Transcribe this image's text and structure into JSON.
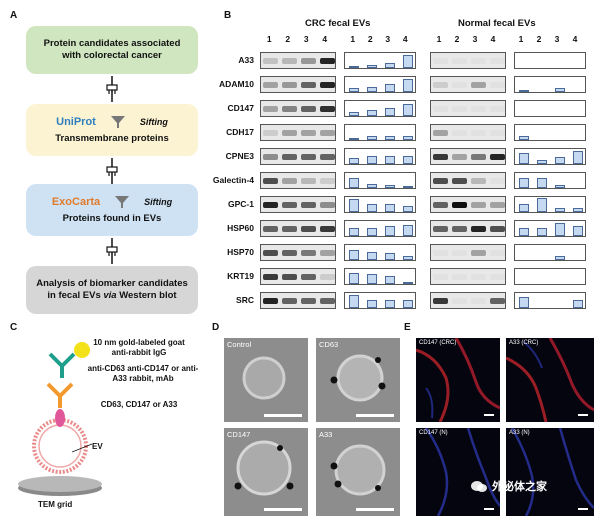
{
  "panelA": {
    "label": "A",
    "box1": "Protein candidates associated with colorectal cancer",
    "uniprot_logo": "UniProt",
    "sift1": "Sifting",
    "box2": "Transmembrane proteins",
    "exocarta_logo": "ExoCarta",
    "sift2": "Sifting",
    "box3": "Proteins found in EVs",
    "box4_line1": "Analysis of biomarker candidates",
    "box4_line2_pre": "in fecal EVs ",
    "box4_line2_em": "via",
    "box4_line2_post": " Western blot"
  },
  "panelB": {
    "label": "B",
    "crc_title": "CRC fecal EVs",
    "normal_title": "Normal fecal EVs",
    "lanes": [
      "1",
      "2",
      "3",
      "4"
    ],
    "colors": {
      "bar": "#c5d9f1",
      "bar_stroke": "#4a6a9a"
    },
    "rows": [
      {
        "name": "A33",
        "crc": [
          0.15,
          0.2,
          0.35,
          0.9
        ],
        "normal": [
          0,
          0,
          0,
          0
        ]
      },
      {
        "name": "ADAM10",
        "crc": [
          0.3,
          0.35,
          0.6,
          0.9
        ],
        "normal": [
          0.1,
          0,
          0.3,
          0
        ]
      },
      {
        "name": "CD147",
        "crc": [
          0.3,
          0.45,
          0.6,
          0.85
        ],
        "normal": [
          0,
          0,
          0,
          0
        ]
      },
      {
        "name": "CDH17",
        "crc": [
          0.1,
          0.3,
          0.3,
          0.3
        ],
        "normal": [
          0.3,
          0,
          0,
          0
        ]
      },
      {
        "name": "CPNE3",
        "crc": [
          0.4,
          0.6,
          0.6,
          0.6
        ],
        "normal": [
          0.8,
          0.3,
          0.5,
          0.9
        ]
      },
      {
        "name": "Galectin-4",
        "crc": [
          0.7,
          0.3,
          0.2,
          0.1
        ],
        "normal": [
          0.7,
          0.7,
          0.2,
          0
        ]
      },
      {
        "name": "GPC-1",
        "crc": [
          0.9,
          0.6,
          0.6,
          0.4
        ],
        "normal": [
          0.6,
          1.0,
          0.3,
          0.3
        ]
      },
      {
        "name": "HSP60",
        "crc": [
          0.6,
          0.6,
          0.7,
          0.8
        ],
        "normal": [
          0.6,
          0.6,
          0.9,
          0.7
        ]
      },
      {
        "name": "HSP70",
        "crc": [
          0.7,
          0.6,
          0.5,
          0.3
        ],
        "normal": [
          0,
          0,
          0.3,
          0
        ]
      },
      {
        "name": "KRT19",
        "crc": [
          0.8,
          0.7,
          0.6,
          0.1
        ],
        "normal": [
          0,
          0,
          0,
          0
        ]
      },
      {
        "name": "SRC",
        "crc": [
          0.9,
          0.6,
          0.6,
          0.6
        ],
        "normal": [
          0.8,
          0,
          0,
          0.6
        ]
      }
    ]
  },
  "panelC": {
    "label": "C",
    "gold": "10 nm gold-labeled goat anti-rabbit IgG",
    "antibody": "anti-CD63 anti-CD147 or anti-A33 rabbit, mAb",
    "marker": "CD63, CD147 or A33",
    "ev": "EV",
    "grid": "TEM grid"
  },
  "panelD": {
    "label": "D",
    "images": [
      "Control",
      "CD63",
      "CD147",
      "A33"
    ]
  },
  "panelE": {
    "label": "E",
    "images": [
      "CD147 (CRC)",
      "A33 (CRC)",
      "CD147 (N)",
      "A33 (N)"
    ],
    "watermark": "外泌体之家"
  }
}
